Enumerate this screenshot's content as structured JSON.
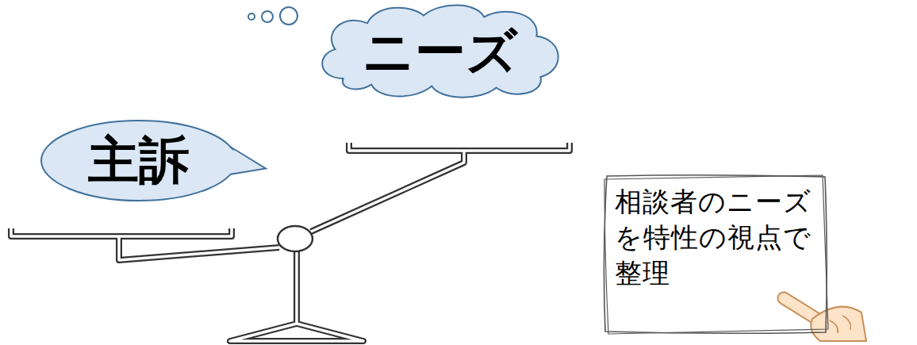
{
  "diagram": {
    "nodes": [
      {
        "text": [
          "主訴"
        ]
      },
      {
        "text": [
          "ニーズ"
        ]
      },
      {
        "text": [
          "相談者のニーズ を特性の視点で 整理"
        ]
      }
    ]
  }
}
